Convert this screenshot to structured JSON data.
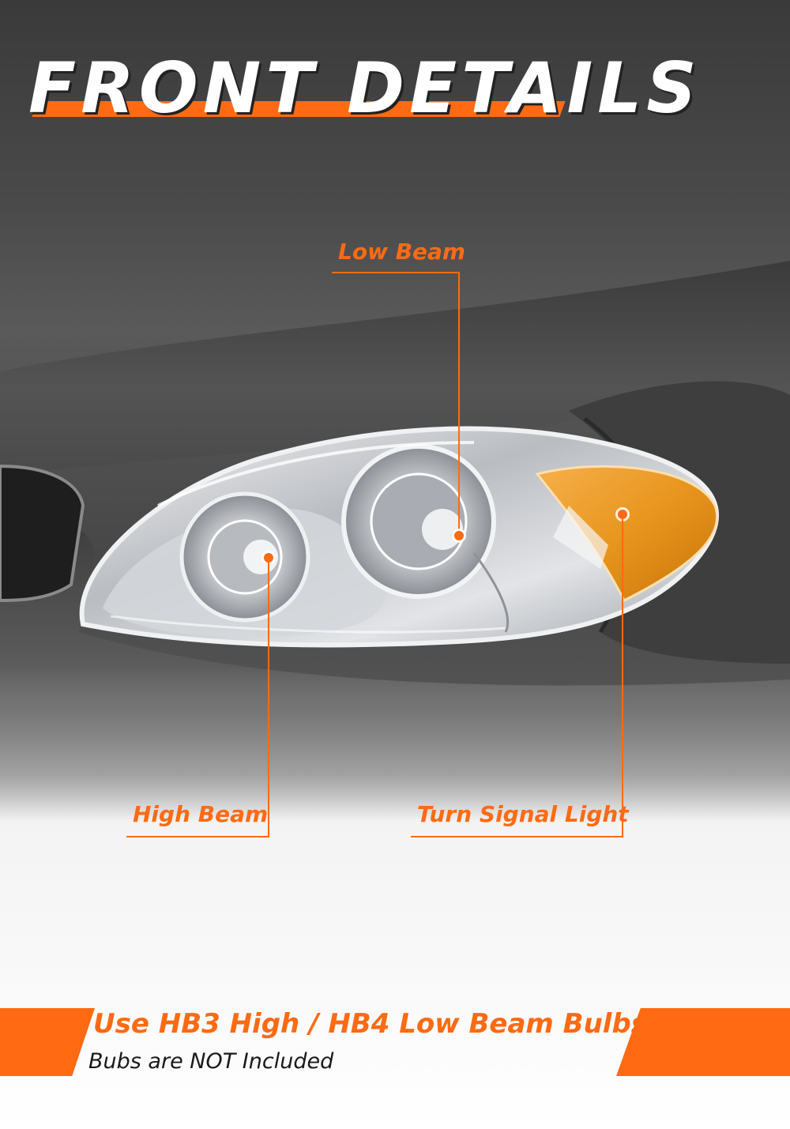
{
  "header": {
    "title": "FRONT DETAILS"
  },
  "callouts": {
    "low_beam": "Low Beam",
    "high_beam": "High Beam",
    "turn_signal": "Turn Signal Light"
  },
  "banner": {
    "main": "Use HB3 High / HB4 Low Beam Bulbs",
    "sub": "Bubs are NOT Included"
  },
  "colors": {
    "accent": "#ff6a13",
    "amber_lens": "#e8951e",
    "chrome": "#d9dce0"
  }
}
